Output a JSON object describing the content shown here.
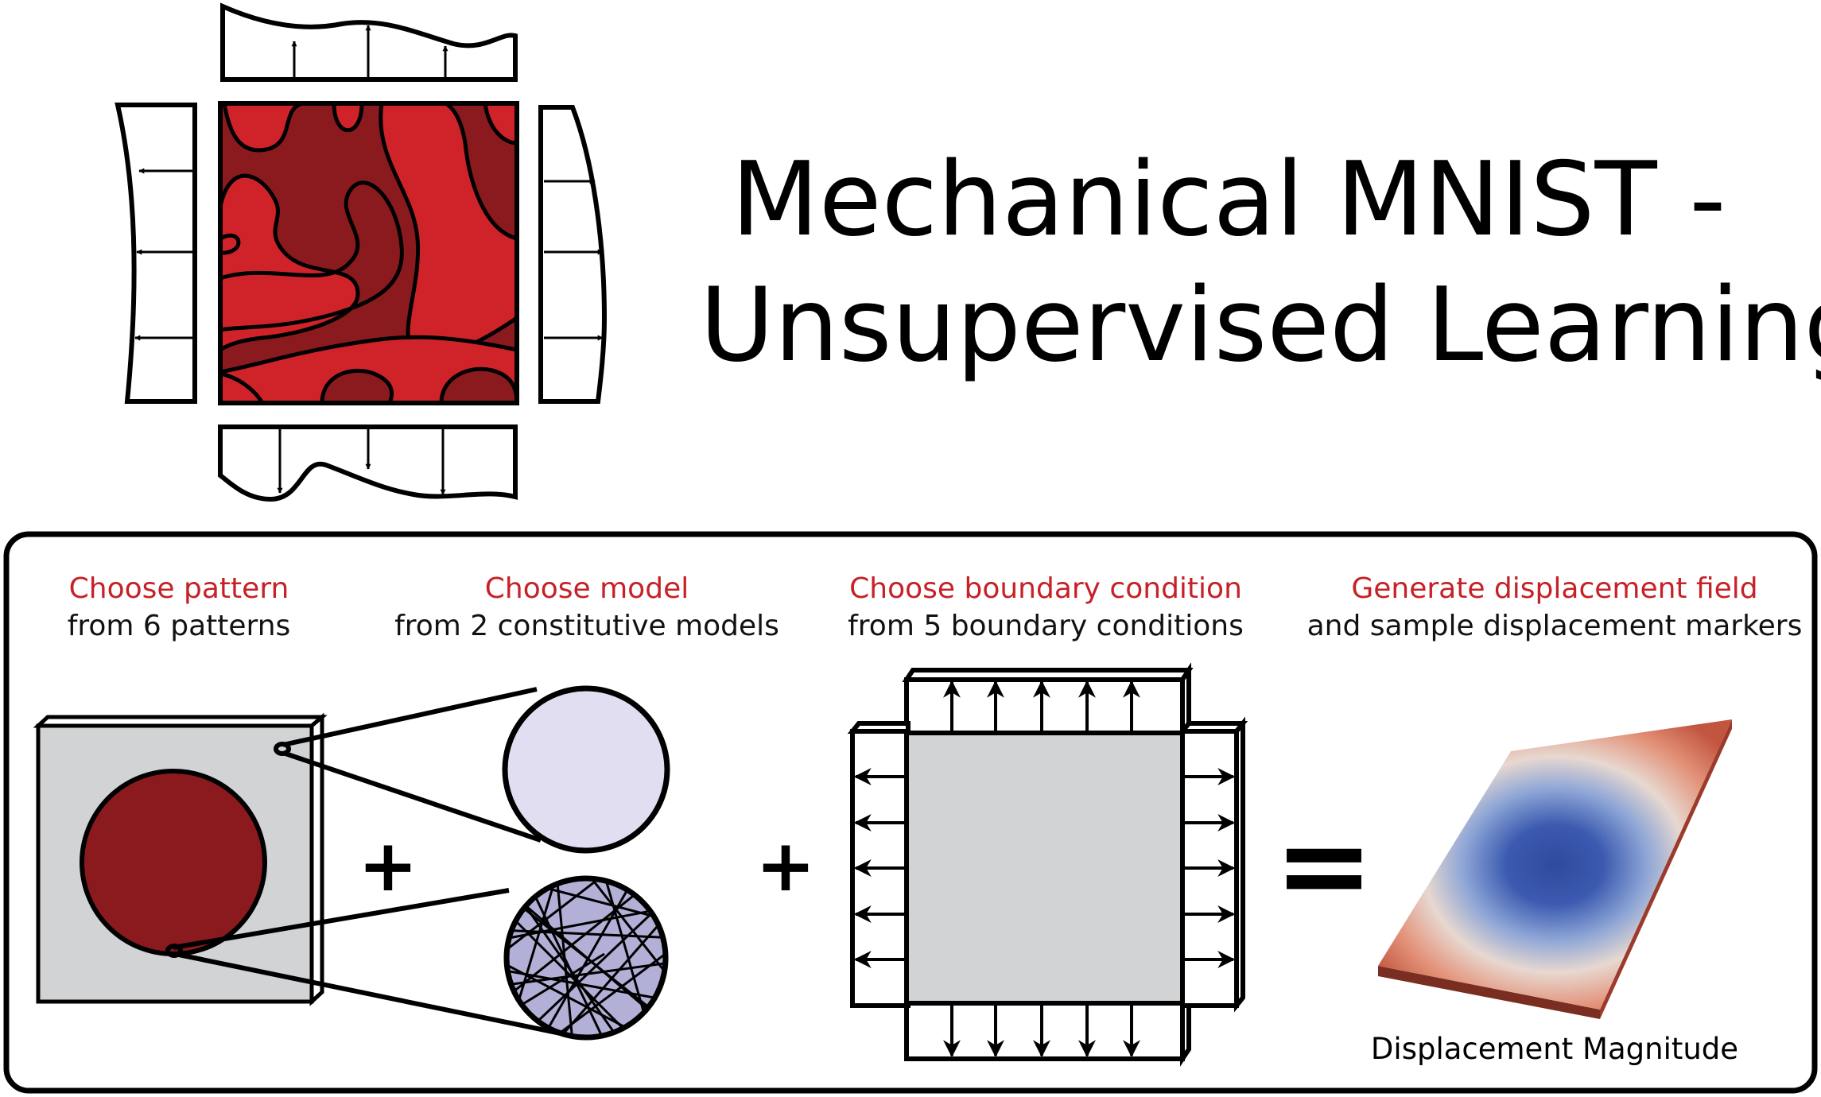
{
  "title": {
    "line1": "Mechanical MNIST -",
    "line2": "Unsupervised Learning"
  },
  "steps": [
    {
      "heading": "Choose pattern",
      "detail": "from 6 patterns"
    },
    {
      "heading": "Choose model",
      "detail": "from 2 constitutive models"
    },
    {
      "heading": "Choose boundary condition",
      "detail": "from 5 boundary conditions"
    },
    {
      "heading": "Generate displacement field",
      "detail": "and sample displacement markers"
    }
  ],
  "operators": {
    "plus1": "+",
    "plus2": "+",
    "equals": "="
  },
  "field_label": "Displacement  Magnitude",
  "colors": {
    "accent_red": "#c62127",
    "pattern_dark": "#8b1a1e",
    "pattern_light": "#cf2329",
    "matrix_gray": "#d1d3d4",
    "matrix_circle": "#e0def0",
    "fiber_circle": "#b3b0d8",
    "field_low": "#2e4a9e",
    "field_high": "#c2553f"
  },
  "icons": [
    "load-arrow-icon",
    "fiber-network-icon",
    "displacement-plate-icon"
  ]
}
